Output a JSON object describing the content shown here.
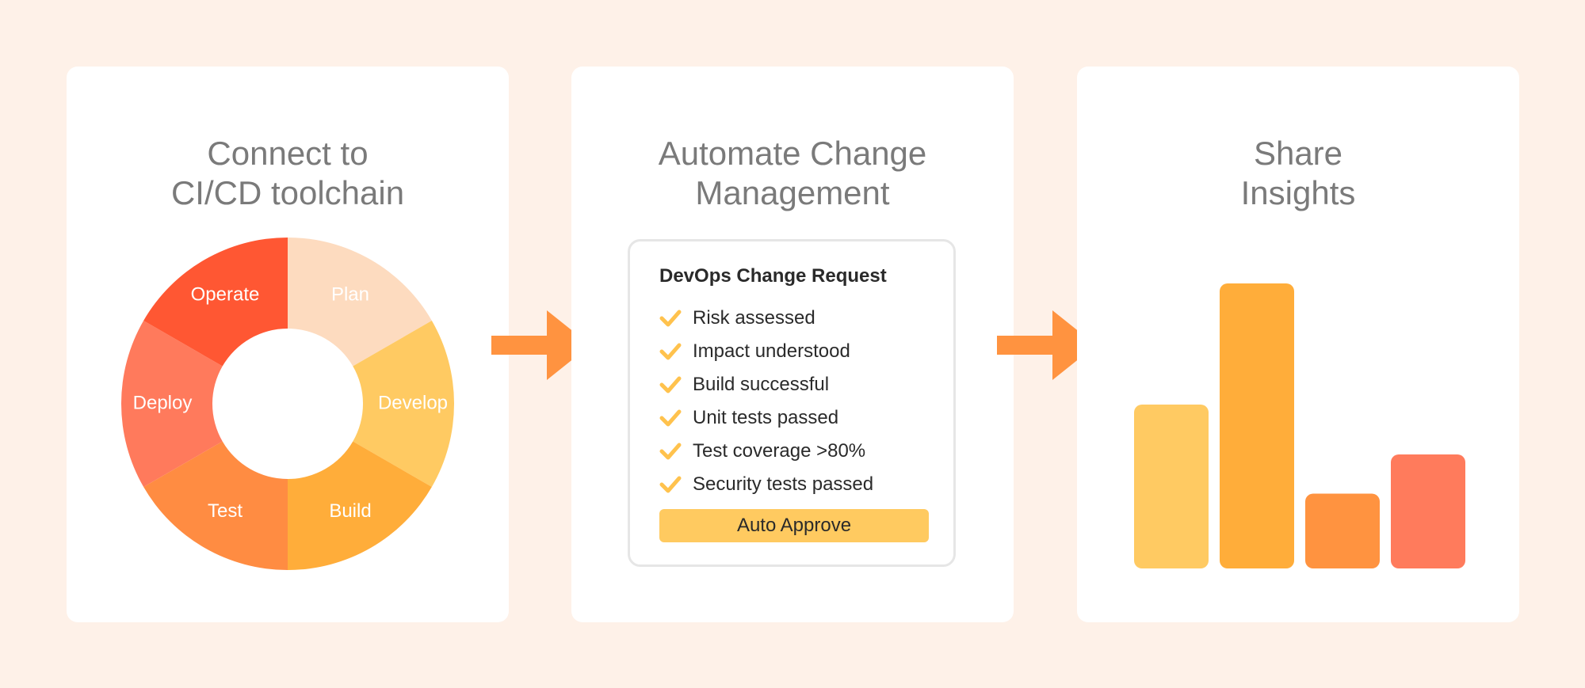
{
  "cards": [
    {
      "title_lines": [
        "Connect to",
        "CI/CD toolchain"
      ],
      "cycle": {
        "segments": [
          {
            "label": "Plan",
            "color": "#fddbbf"
          },
          {
            "label": "Develop",
            "color": "#ffca62"
          },
          {
            "label": "Build",
            "color": "#ffad3a"
          },
          {
            "label": "Test",
            "color": "#ff8c42"
          },
          {
            "label": "Deploy",
            "color": "#ff7a5c"
          },
          {
            "label": "Operate",
            "color": "#ff5733"
          }
        ]
      }
    },
    {
      "title_lines": [
        "Automate Change",
        "Management"
      ],
      "request": {
        "title": "DevOps Change Request",
        "items": [
          "Risk assessed",
          "Impact understood",
          "Build successful",
          "Unit tests passed",
          "Test coverage >80%",
          "Security tests passed"
        ],
        "check_icon": "checkmark-icon",
        "check_color": "#ffc24d",
        "button_label": "Auto Approve"
      }
    },
    {
      "title_lines": [
        "Share",
        "Insights"
      ],
      "chart_data": {
        "type": "bar",
        "values": [
          46,
          80,
          21,
          32
        ],
        "ylim": [
          0,
          80
        ],
        "colors": [
          "#ffca62",
          "#ffad3a",
          "#ff9340",
          "#ff7b5c"
        ],
        "grid": false
      }
    }
  ],
  "arrow_icon": "right-arrow-icon",
  "arrow_color": "#ff9340"
}
